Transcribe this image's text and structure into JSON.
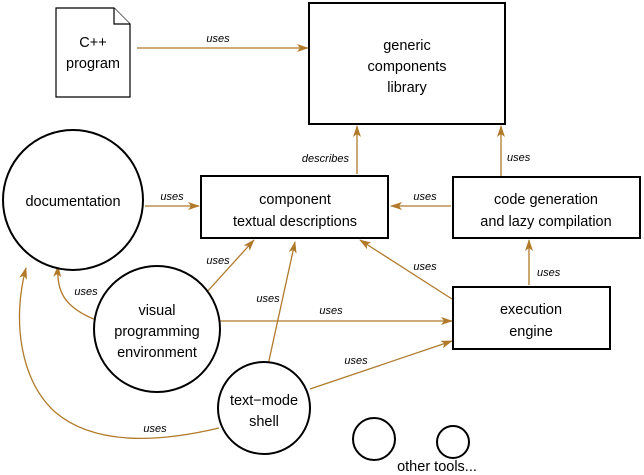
{
  "colors": {
    "edge": "#b07a2a",
    "node_stroke": "#000000",
    "background": "#ffffff"
  },
  "nodes": {
    "cpp_program": {
      "lines": [
        "C++",
        "program"
      ]
    },
    "library": {
      "lines": [
        "generic",
        "components",
        "library"
      ]
    },
    "documentation": {
      "lines": [
        "documentation"
      ]
    },
    "descriptions": {
      "lines": [
        "component",
        "textual descriptions"
      ]
    },
    "codegen": {
      "lines": [
        "code generation",
        "and lazy compilation"
      ]
    },
    "visual_env": {
      "lines": [
        "visual",
        "programming",
        "environment"
      ]
    },
    "engine": {
      "lines": [
        "execution",
        "engine"
      ]
    },
    "shell": {
      "lines": [
        "text−mode",
        "shell"
      ]
    },
    "other_tools": {
      "lines": [
        "other tools..."
      ]
    }
  },
  "edges": {
    "cpp_to_library": "uses",
    "descriptions_to_library": "describes",
    "codegen_to_library": "uses",
    "documentation_to_descriptions": "uses",
    "codegen_to_descriptions": "uses",
    "visual_to_descriptions": "uses",
    "visual_to_documentation": "uses",
    "shell_to_descriptions": "uses",
    "visual_to_engine": "uses",
    "engine_to_descriptions": "uses",
    "engine_to_codegen": "uses",
    "shell_to_engine": "uses",
    "shell_to_documentation": "uses"
  }
}
